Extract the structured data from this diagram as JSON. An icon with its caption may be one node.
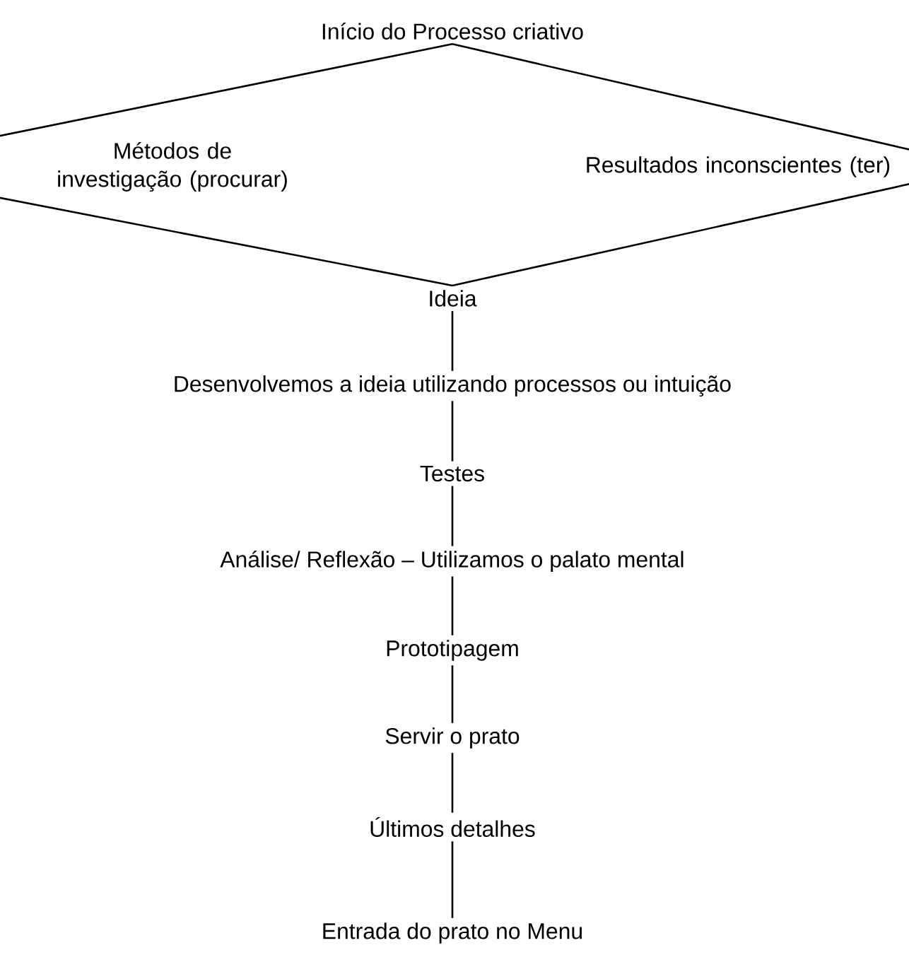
{
  "diagram": {
    "nodes": [
      {
        "text": [
          "Início do Processo criativo"
        ]
      },
      {
        "text": [
          "Métodos de investigação (procurar)"
        ]
      },
      {
        "text": [
          "Resultados inconscientes (ter)"
        ]
      },
      {
        "text": [
          "Ideia"
        ]
      },
      {
        "text": [
          "Desenvolvemos a ideia utilizando processos ou intuição"
        ]
      },
      {
        "text": [
          "Testes"
        ]
      },
      {
        "text": [
          "Análise/ Reflexão – Utilizamos o palato mental"
        ]
      },
      {
        "text": [
          "Prototipagem"
        ]
      },
      {
        "text": [
          "Servir o prato"
        ]
      },
      {
        "text": [
          "Últimos detalhes"
        ]
      },
      {
        "text": [
          "Entrada do prato no Menu"
        ]
      }
    ],
    "edges": [
      {
        "from": 0,
        "to": 1,
        "arrow": "none"
      },
      {
        "from": 0,
        "to": 2,
        "arrow": "none"
      },
      {
        "from": 1,
        "to": 3,
        "arrow": "none"
      },
      {
        "from": 2,
        "to": 3,
        "arrow": "none"
      },
      {
        "from": 3,
        "to": 4,
        "arrow": "none"
      },
      {
        "from": 4,
        "to": 5,
        "arrow": "none"
      },
      {
        "from": 5,
        "to": 6,
        "arrow": "none"
      },
      {
        "from": 6,
        "to": 7,
        "arrow": "none"
      },
      {
        "from": 7,
        "to": 8,
        "arrow": "none"
      },
      {
        "from": 8,
        "to": 9,
        "arrow": "none"
      },
      {
        "from": 9,
        "to": 10,
        "arrow": "none"
      }
    ]
  }
}
